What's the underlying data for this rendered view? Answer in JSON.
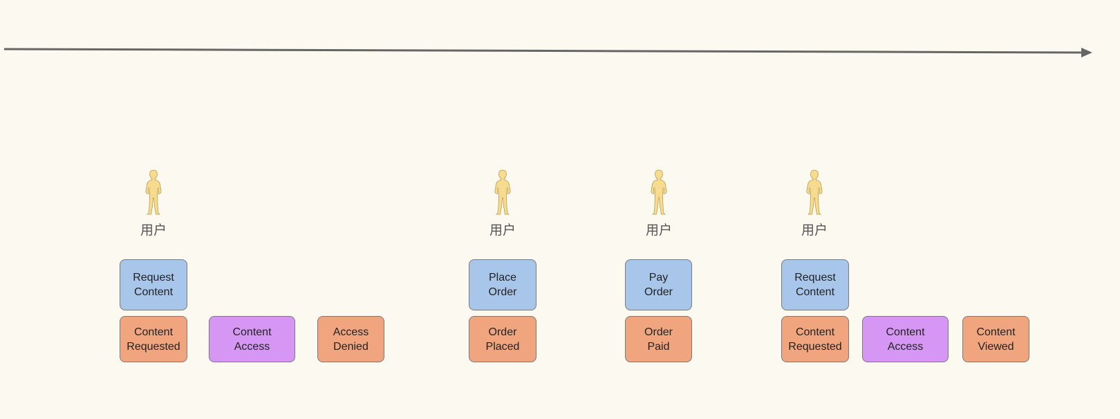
{
  "diagram": {
    "actor_label": "用户",
    "colors": {
      "background": "#fcf9f0",
      "command": "#a8c5ea",
      "event": "#f0a57e",
      "policy": "#d597f3",
      "actor": "#f7dc8f",
      "arrow": "#666666"
    },
    "flows": [
      {
        "command": "Request\nContent",
        "events": [
          "Content\nRequested",
          "Content\nAccess",
          "Access\nDenied"
        ]
      },
      {
        "command": "Place\nOrder",
        "events": [
          "Order\nPlaced"
        ]
      },
      {
        "command": "Pay\nOrder",
        "events": [
          "Order\nPaid"
        ]
      },
      {
        "command": "Request\nContent",
        "events": [
          "Content\nRequested",
          "Content\nAccess",
          "Content\nViewed"
        ]
      }
    ]
  }
}
